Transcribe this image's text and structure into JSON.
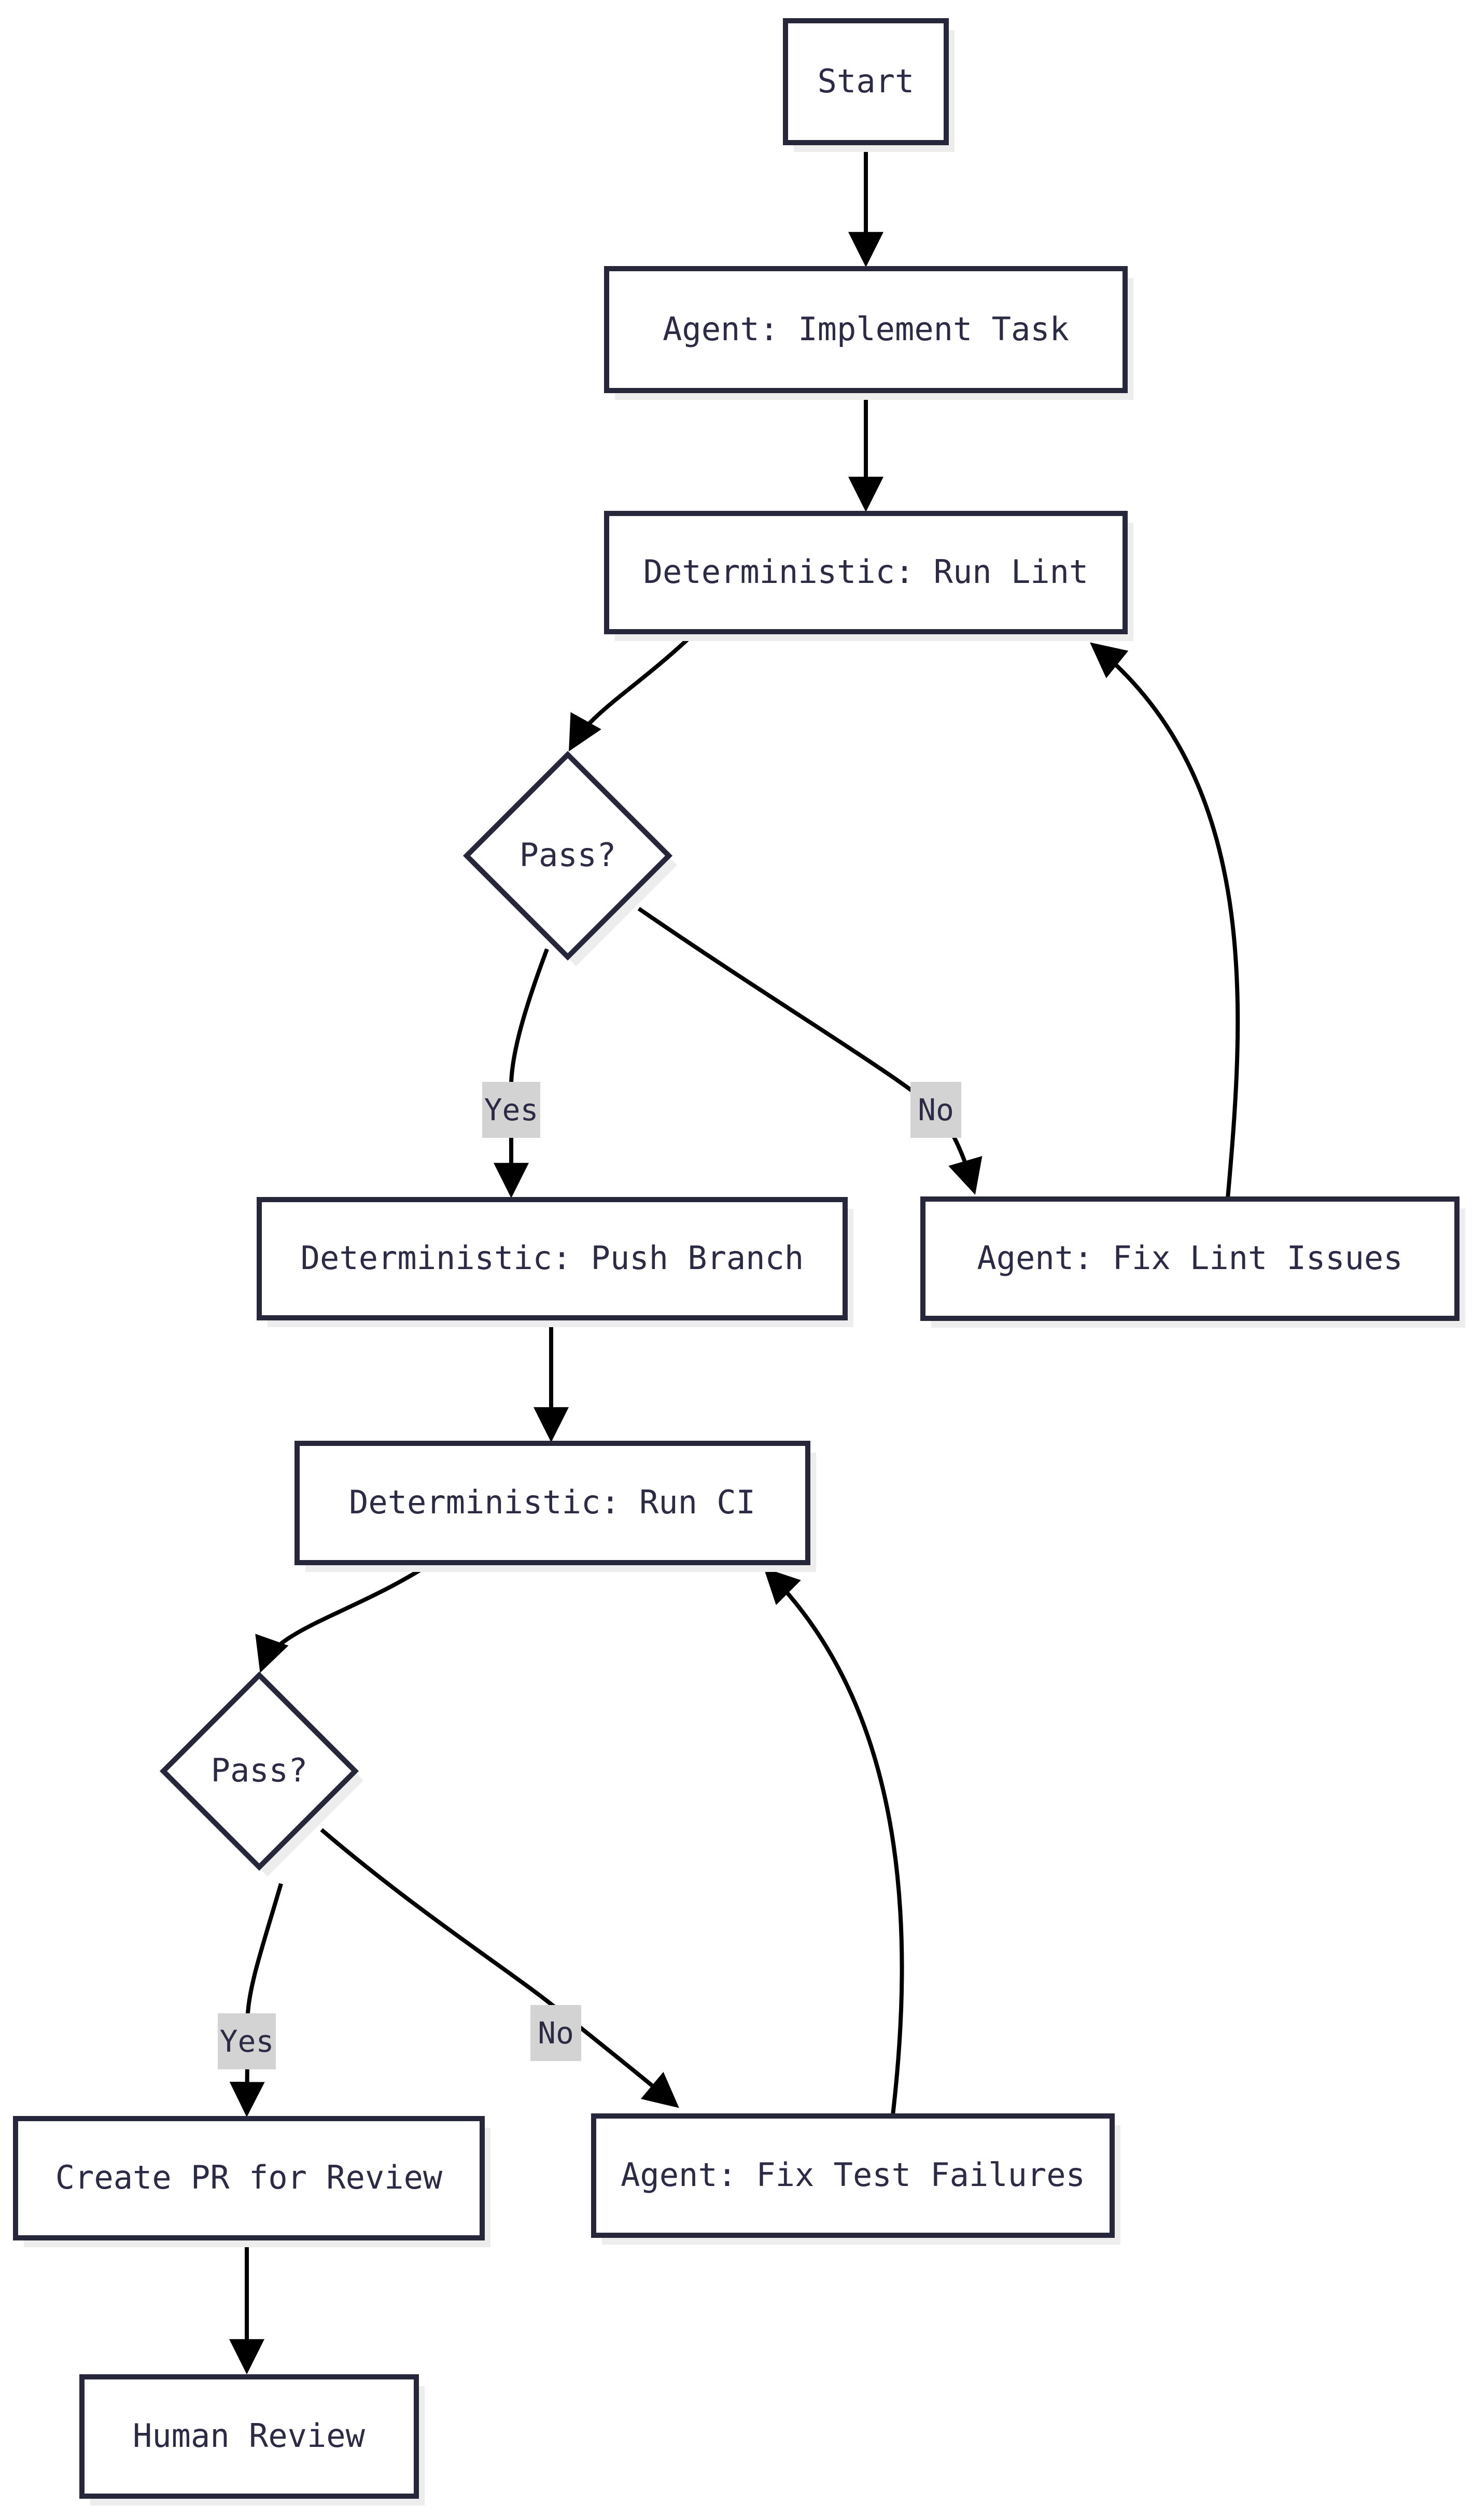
{
  "diagram": {
    "type": "flowchart",
    "direction": "top-down",
    "background_color": "#ffffff",
    "colors": {
      "node_border": "#27273c",
      "node_fill": "#ffffff",
      "node_text": "#2b2b45",
      "edge_line": "#000000",
      "edge_label_background": "#d3d3d3",
      "shadow": "#ededed"
    },
    "nodes": [
      {
        "id": "start",
        "shape": "rect",
        "label": "Start"
      },
      {
        "id": "implement",
        "shape": "rect",
        "label": "Agent: Implement Task"
      },
      {
        "id": "run-lint",
        "shape": "rect",
        "label": "Deterministic: Run Lint"
      },
      {
        "id": "lint-pass",
        "shape": "diamond",
        "label": "Pass?"
      },
      {
        "id": "push-branch",
        "shape": "rect",
        "label": "Deterministic: Push Branch"
      },
      {
        "id": "fix-lint",
        "shape": "rect",
        "label": "Agent: Fix Lint Issues"
      },
      {
        "id": "run-ci",
        "shape": "rect",
        "label": "Deterministic: Run CI"
      },
      {
        "id": "ci-pass",
        "shape": "diamond",
        "label": "Pass?"
      },
      {
        "id": "create-pr",
        "shape": "rect",
        "label": "Create PR for Review"
      },
      {
        "id": "fix-tests",
        "shape": "rect",
        "label": "Agent: Fix Test Failures"
      },
      {
        "id": "human-review",
        "shape": "rect",
        "label": "Human Review"
      }
    ],
    "edges": [
      {
        "from": "start",
        "to": "implement",
        "label": ""
      },
      {
        "from": "implement",
        "to": "run-lint",
        "label": ""
      },
      {
        "from": "run-lint",
        "to": "lint-pass",
        "label": ""
      },
      {
        "from": "lint-pass",
        "to": "push-branch",
        "label": "Yes"
      },
      {
        "from": "lint-pass",
        "to": "fix-lint",
        "label": "No"
      },
      {
        "from": "push-branch",
        "to": "run-ci",
        "label": ""
      },
      {
        "from": "run-ci",
        "to": "ci-pass",
        "label": ""
      },
      {
        "from": "ci-pass",
        "to": "create-pr",
        "label": "Yes"
      },
      {
        "from": "ci-pass",
        "to": "fix-tests",
        "label": "No"
      },
      {
        "from": "fix-lint",
        "to": "run-lint",
        "label": ""
      },
      {
        "from": "fix-tests",
        "to": "run-ci",
        "label": ""
      },
      {
        "from": "create-pr",
        "to": "human-review",
        "label": ""
      }
    ]
  }
}
